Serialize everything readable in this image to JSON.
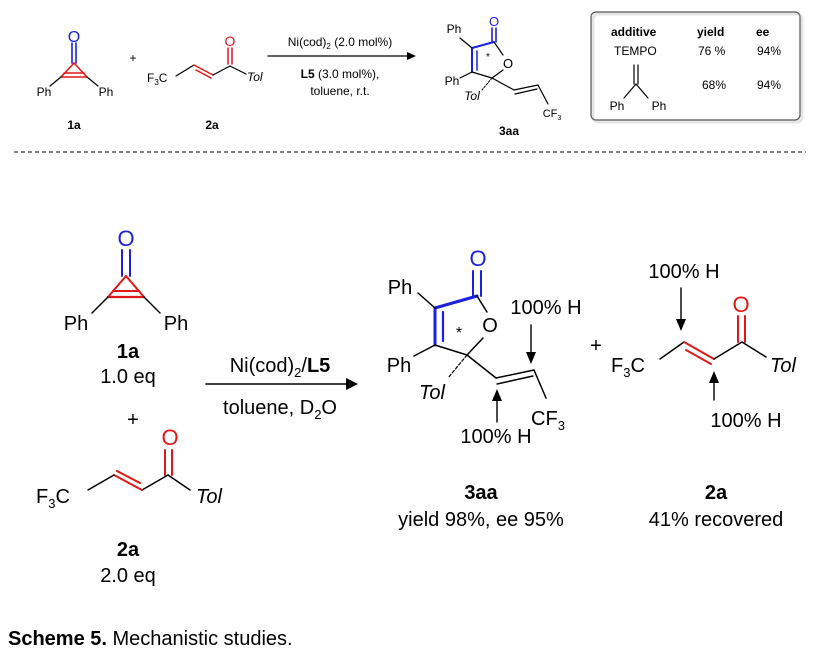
{
  "top": {
    "compound_1a": {
      "label": "1a",
      "ph_left": "Ph",
      "ph_right": "Ph",
      "oxygen": "O"
    },
    "plus": "+",
    "compound_2a": {
      "label": "2a",
      "cf3_prefix": "F",
      "cf3_sub": "3",
      "cf3_suffix": "C",
      "tol": "Tol",
      "oxygen": "O"
    },
    "conditions": {
      "line1_a": "Ni(cod)",
      "line1_sub": "2",
      "line1_b": " (2.0 mol%)",
      "line2_bold": "L5",
      "line2_rest": " (3.0 mol%),",
      "line3": "toluene, r.t."
    },
    "product": {
      "label": "3aa",
      "ph_top": "Ph",
      "ph_bottom": "Ph",
      "tol": "Tol",
      "cf3_a": "CF",
      "cf3_sub": "3",
      "oxygen": "O",
      "ring_oxygen": "O",
      "star": "*"
    },
    "additive_table": {
      "headers": [
        "additive",
        "yield",
        "ee"
      ],
      "rows": [
        {
          "additive": "TEMPO",
          "yield": "76 %",
          "ee": "94%"
        },
        {
          "additive": "1,1-diphenylethylene",
          "yield": "68%",
          "ee": "94%"
        }
      ],
      "alkene_ph_left": "Ph",
      "alkene_ph_right": "Ph"
    }
  },
  "bottom": {
    "compound_1a": {
      "ph_left": "Ph",
      "ph_right": "Ph",
      "oxygen": "O",
      "label": "1a",
      "eq": "1.0 eq"
    },
    "plus": "+",
    "compound_2a": {
      "cf3_prefix": "F",
      "cf3_sub": "3",
      "cf3_suffix": "C",
      "tol": "Tol",
      "oxygen": "O",
      "label": "2a",
      "eq": "2.0 eq"
    },
    "conditions": {
      "line1_a": "Ni(cod)",
      "line1_sub": "2",
      "line1_sep": "/",
      "line1_bold": "L5",
      "line2_a": "toluene, D",
      "line2_sub": "2",
      "line2_b": "O"
    },
    "product": {
      "ph_top": "Ph",
      "ph_bottom": "Ph",
      "tol": "Tol",
      "oxygen": "O",
      "ring_oxygen": "O",
      "star": "*",
      "cf3_a": "CF",
      "cf3_sub": "3",
      "deut_top": "100% H",
      "deut_bottom": "100% H",
      "label": "3aa",
      "result": "yield 98%, ee 95%"
    },
    "plus2": "+",
    "recovered": {
      "deut_top": "100% H",
      "deut_bottom": "100% H",
      "cf3_prefix": "F",
      "cf3_sub": "3",
      "cf3_suffix": "C",
      "tol": "Tol",
      "oxygen": "O",
      "label": "2a",
      "result": "41% recovered"
    }
  },
  "caption": {
    "bold": "Scheme 5.",
    "text": " Mechanistic studies."
  },
  "colors": {
    "blue": "#1a22e0",
    "red": "#e01818",
    "text": "#000000"
  }
}
